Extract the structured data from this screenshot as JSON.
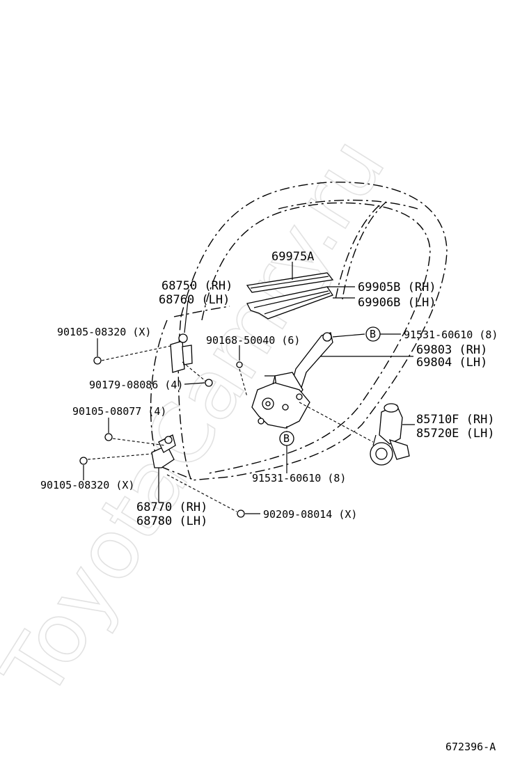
{
  "watermark": "ToyotaCamry.ru",
  "diagram_id": "672396-A",
  "callout_letter": "B",
  "labels": {
    "glass_run": "69975A",
    "weatherstrip_rh": "69905B (RH)",
    "weatherstrip_lh": "69906B (LH)",
    "upper_hinge_rh": "68750 (RH)",
    "upper_hinge_lh": "68760 (LH)",
    "bolt_upper_x": "90105-08320 (X)",
    "nut_4": "90179-08086 (4)",
    "screw_6": "90168-50040 (6)",
    "bolt_8_top": "91531-60610 (8)",
    "regulator_rh": "69803 (RH)",
    "regulator_lh": "69804 (LH)",
    "bolt_4": "90105-08077 (4)",
    "motor_rh": "85710F (RH)",
    "motor_lh": "85720E (LH)",
    "bolt_8_bottom": "91531-60610 (8)",
    "bolt_lower_x": "90105-08320 (X)",
    "lower_hinge_rh": "68770 (RH)",
    "lower_hinge_lh": "68780 (LH)",
    "clip_x": "90209-08014 (X)"
  }
}
